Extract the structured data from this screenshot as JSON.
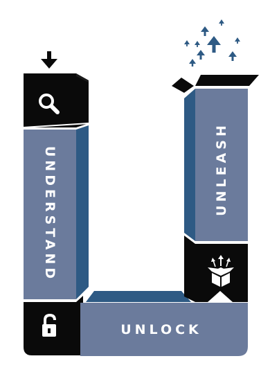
{
  "labels": {
    "understand": "UNDERSTAND",
    "unlock": "UNLOCK",
    "unleash": "UNLEASH"
  },
  "colors": {
    "face": "#6b7b9c",
    "side": "#2e5a84",
    "dark": "#0a0a0a",
    "arrow": "#2e5a84",
    "text": "#ffffff"
  },
  "icons": [
    "down-arrow-icon",
    "magnifier-icon",
    "padlock-icon",
    "open-box-icon",
    "rising-arrows-icon"
  ]
}
